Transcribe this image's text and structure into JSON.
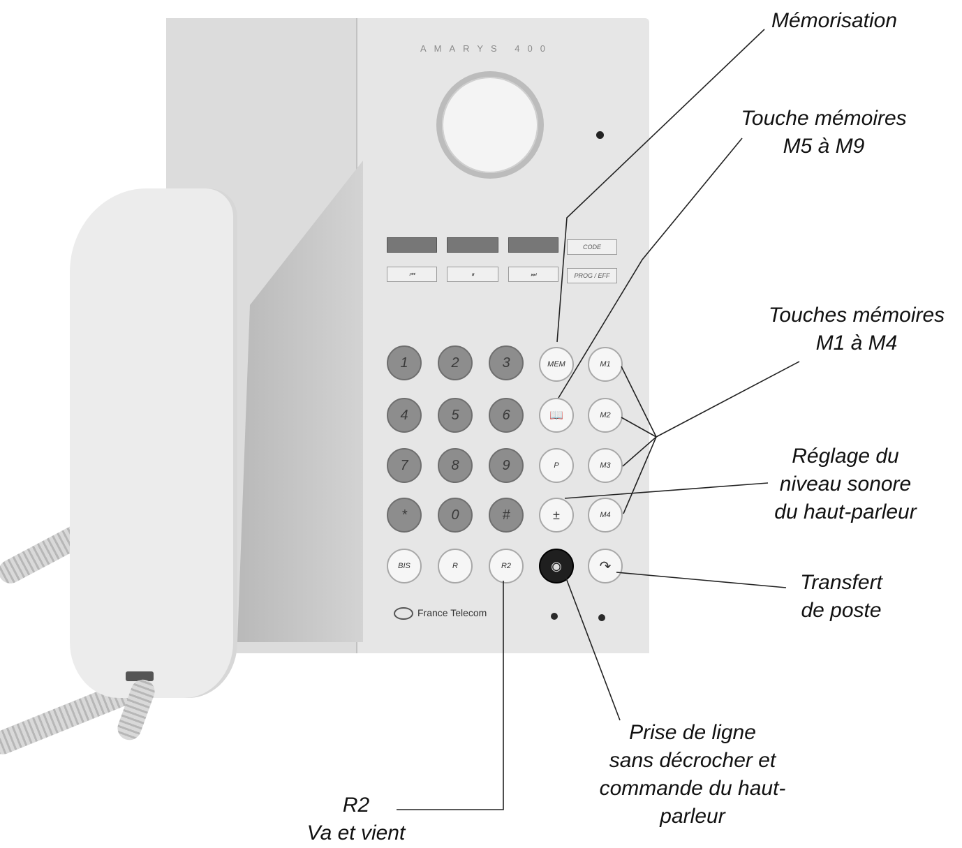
{
  "phone": {
    "model_strip": "AMARYS 400",
    "brand": "France Telecom",
    "program_keys": {
      "code": "CODE",
      "prev": "⏮",
      "pause": "⏸",
      "next": "⏭",
      "prog": "PROG / EFF"
    },
    "keypad": [
      {
        "label": "1",
        "kind": "num"
      },
      {
        "label": "2",
        "kind": "num"
      },
      {
        "label": "3",
        "kind": "num"
      },
      {
        "label": "4",
        "kind": "num"
      },
      {
        "label": "5",
        "kind": "num"
      },
      {
        "label": "6",
        "kind": "num"
      },
      {
        "label": "7",
        "kind": "num"
      },
      {
        "label": "8",
        "kind": "num"
      },
      {
        "label": "9",
        "kind": "num"
      },
      {
        "label": "*",
        "kind": "num"
      },
      {
        "label": "0",
        "kind": "num"
      },
      {
        "label": "#",
        "kind": "num"
      }
    ],
    "bottom_row": [
      "BIS",
      "R",
      "R2"
    ],
    "function_keys": [
      "MEM",
      "📖",
      "P",
      "±",
      "◉"
    ],
    "memory_keys": [
      "M1",
      "M2",
      "M3",
      "M4",
      "↷"
    ]
  },
  "callouts": {
    "memorisation": [
      "Mémorisation"
    ],
    "m5_m9": [
      "Touche mémoires",
      "M5 à M9"
    ],
    "m1_m4": [
      "Touches mémoires",
      "M1 à M4"
    ],
    "volume": [
      "Réglage du",
      "niveau sonore",
      "du haut-parleur"
    ],
    "transfer": [
      "Transfert",
      "de poste"
    ],
    "handsfree": [
      "Prise de ligne",
      "sans décrocher et",
      "commande du haut-",
      "parleur"
    ],
    "r2": [
      "R2",
      "Va et vient"
    ]
  }
}
